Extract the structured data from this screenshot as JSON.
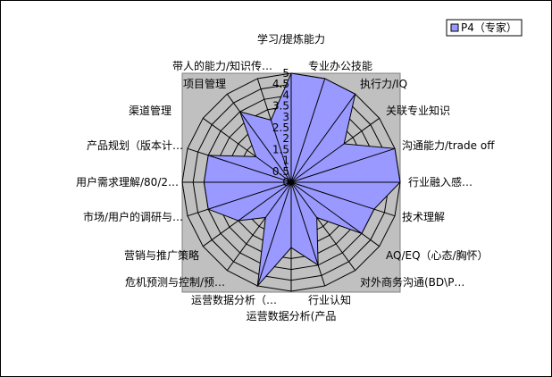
{
  "chart_data": {
    "type": "radar",
    "title": "",
    "categories": [
      "学习/提炼能力",
      "专业办公技能",
      "执行力/IQ",
      "关联专业知识",
      "沟通能力/trade off",
      "行业融入感…",
      "技术理解",
      "AQ/EQ（心态/胸怀）",
      "对外商务沟通(BD\\P…",
      "行业认知",
      "运营数据分析(产品",
      "运营数据分析（…",
      "危机预测与控制/预…",
      "营销与推广策略",
      "市场/用户的调研与…",
      "用户需求理解/80/2…",
      "产品规划（版本计…",
      "渠道管理",
      "项目管理",
      "带人的能力/知识传…"
    ],
    "series": [
      {
        "name": "P4（专家）",
        "values": [
          5,
          5,
          5,
          3,
          5,
          5,
          4,
          4,
          2,
          4,
          3,
          5,
          2,
          3,
          4,
          4,
          4,
          2,
          4,
          3
        ],
        "color": "#9999ff"
      }
    ],
    "rlim": [
      0,
      5
    ],
    "ticks": [
      "0",
      "0.5",
      "1",
      "1.5",
      "2",
      "2.5",
      "3",
      "3.5",
      "4",
      "4.5",
      "5"
    ],
    "grid": true,
    "legend": "top-right",
    "plot_background": "#c0c0c0"
  }
}
